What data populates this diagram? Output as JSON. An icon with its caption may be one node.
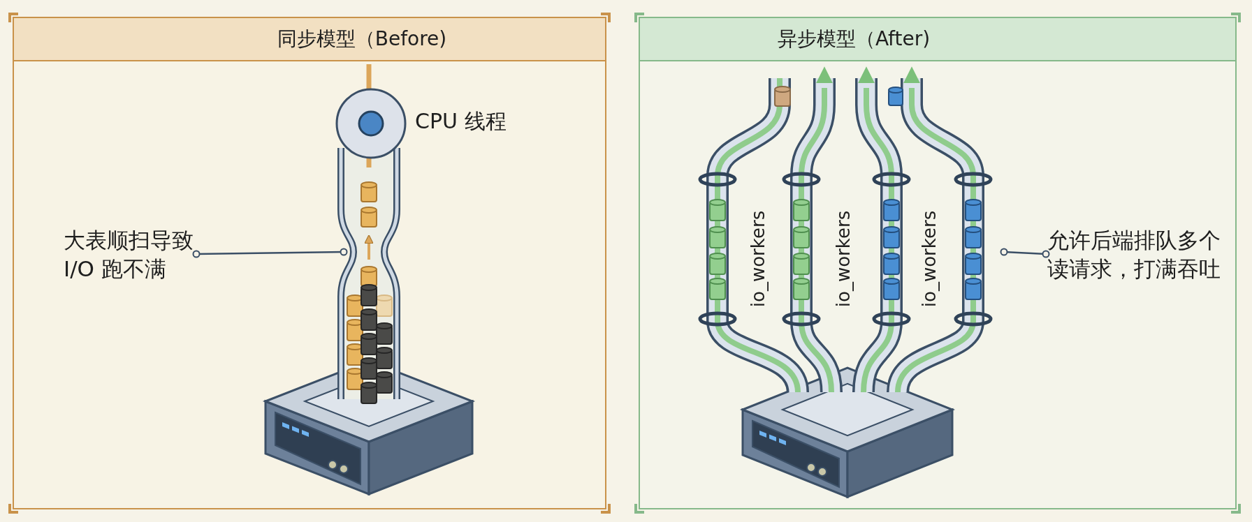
{
  "diagram": {
    "nodes": [
      {
        "text": [
          "同步模型（Before)"
        ]
      },
      {
        "text": [],
        "shape": "circle",
        "beside": [
          "CPU 线程"
        ],
        "in": 0
      },
      {
        "text": [
          "大表顺扫导致I/O 跑不满"
        ],
        "in": 0
      },
      {
        "text": [
          "异步模型（After)"
        ]
      },
      {
        "text": [
          "允许后端排队多个读请求，打满吞吐"
        ],
        "in": 3
      }
    ],
    "edges": [
      {
        "from": 2,
        "to": null,
        "arrow": "other"
      },
      {
        "from": 4,
        "to": null,
        "arrow": "other"
      }
    ],
    "labels": [
      "io_workers",
      "io_workers",
      "io_workers"
    ]
  }
}
